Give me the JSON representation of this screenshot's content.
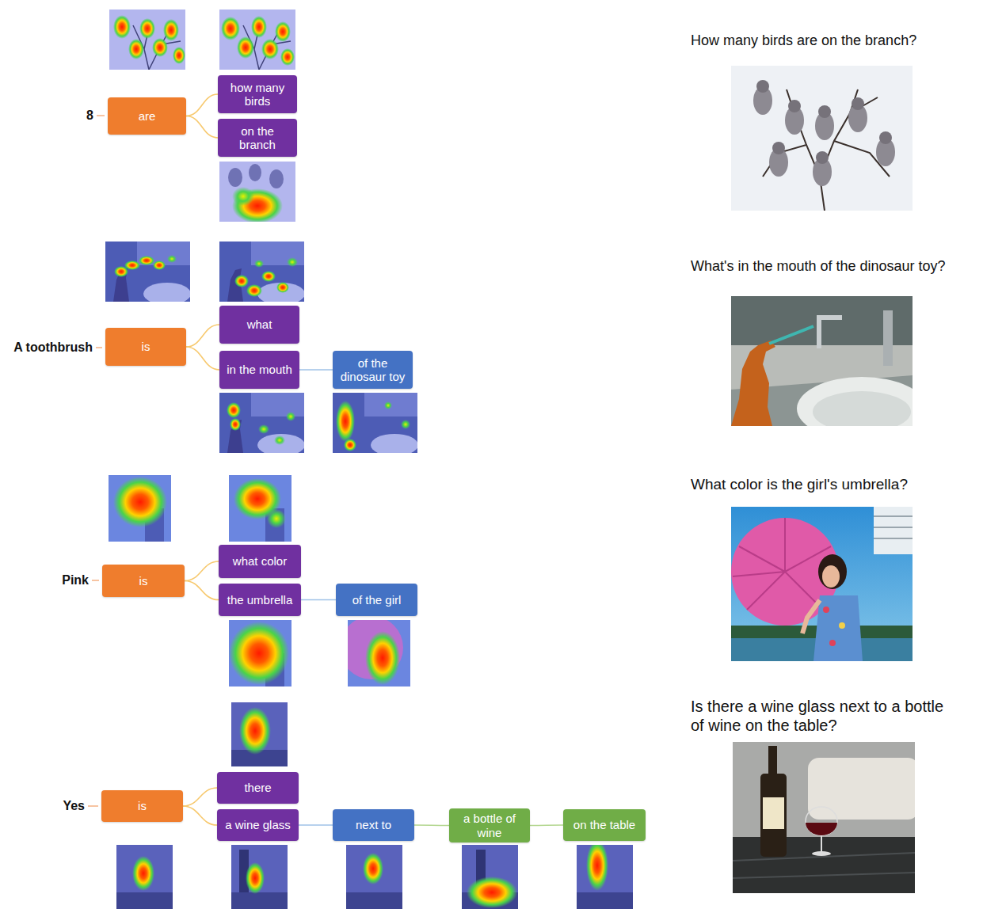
{
  "diagram": {
    "nodes": [
      {
        "text": [
          "are"
        ]
      },
      {
        "text": [
          "how many birds"
        ]
      },
      {
        "text": [
          "on the branch"
        ]
      },
      {
        "text": [
          "is"
        ]
      },
      {
        "text": [
          "what"
        ]
      },
      {
        "text": [
          "in the mouth"
        ]
      },
      {
        "text": [
          "of the dinosaur toy"
        ]
      },
      {
        "text": [
          "is"
        ]
      },
      {
        "text": [
          "what color"
        ]
      },
      {
        "text": [
          "the umbrella"
        ]
      },
      {
        "text": [
          "of the girl"
        ]
      },
      {
        "text": [
          "is"
        ]
      },
      {
        "text": [
          "there"
        ]
      },
      {
        "text": [
          "a wine glass"
        ]
      },
      {
        "text": [
          "next to"
        ]
      },
      {
        "text": [
          "a bottle of wine"
        ]
      },
      {
        "text": [
          "on the table"
        ]
      }
    ],
    "edges": [
      {
        "from": 0,
        "to": 1,
        "arrow": "none"
      },
      {
        "from": 0,
        "to": 2,
        "arrow": "none"
      },
      {
        "from": 3,
        "to": 4,
        "arrow": "none"
      },
      {
        "from": 3,
        "to": 5,
        "arrow": "none"
      },
      {
        "from": 5,
        "to": 6,
        "arrow": "none"
      },
      {
        "from": 7,
        "to": 8,
        "arrow": "none"
      },
      {
        "from": 7,
        "to": 9,
        "arrow": "none"
      },
      {
        "from": 9,
        "to": 10,
        "arrow": "none"
      },
      {
        "from": 11,
        "to": 12,
        "arrow": "none"
      },
      {
        "from": 11,
        "to": 13,
        "arrow": "none"
      },
      {
        "from": 13,
        "to": 14,
        "arrow": "none"
      },
      {
        "from": 14,
        "to": 15,
        "arrow": "none"
      },
      {
        "from": 15,
        "to": 16,
        "arrow": "none"
      }
    ],
    "labels": [
      "8",
      "How many birds are on the branch?",
      "A toothbrush",
      "What's in the mouth of the dinosaur toy?",
      "Pink",
      "What color is the girl's umbrella?",
      "Yes",
      "Is there a wine glass next to a bottle of wine on the table?"
    ]
  }
}
